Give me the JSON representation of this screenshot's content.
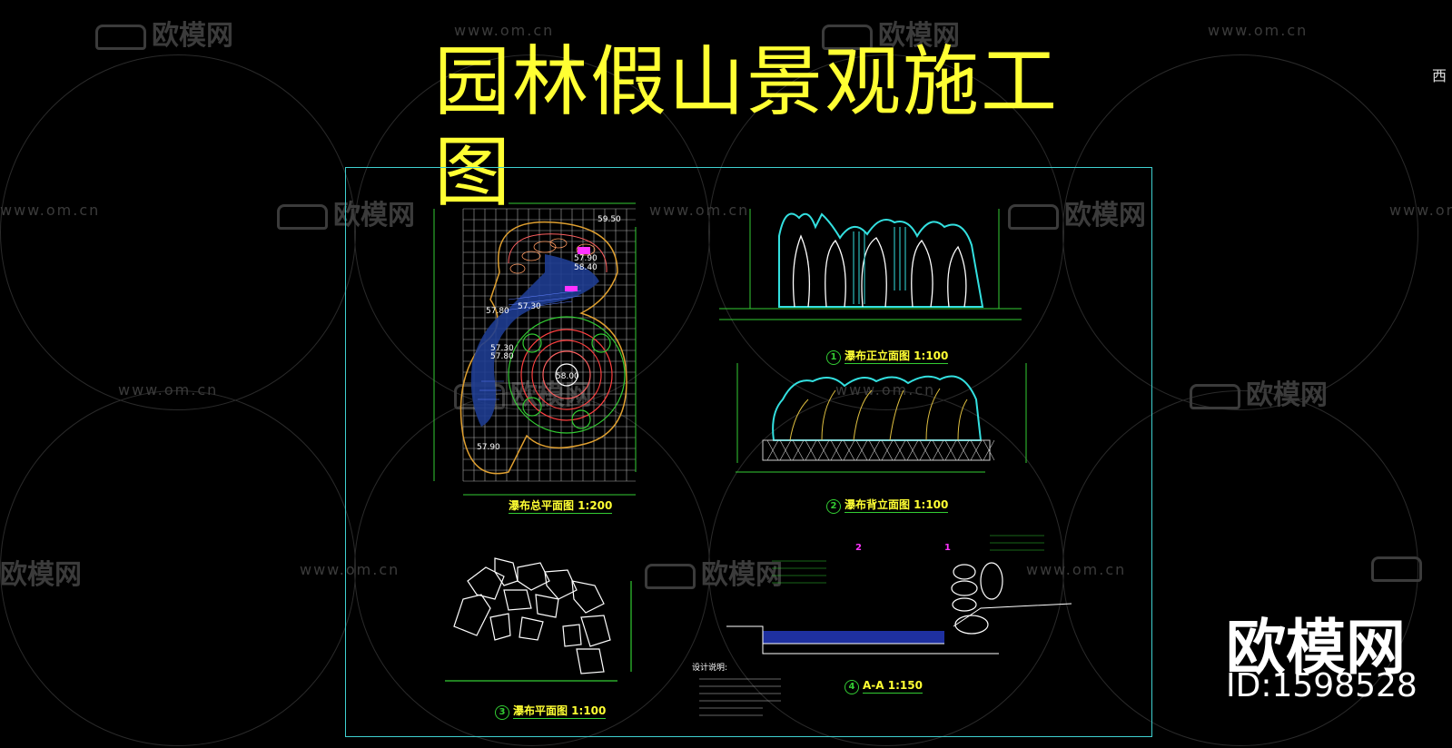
{
  "title": "园林假山景观施工图",
  "watermark": {
    "url": "www.om.cn",
    "brand": "欧模网"
  },
  "corner_char": "西",
  "brand_box": {
    "name": "欧模网",
    "id": "ID:1598528"
  },
  "drawings": {
    "plan_caption": "瀑布总平面图  1:200",
    "front_elevation_caption": "瀑布正立面图  1:100",
    "back_elevation_caption": "瀑布背立面图  1:100",
    "rock_plan_caption": "瀑布平面图  1:100",
    "section_caption": "A-A  1:150",
    "labels": {
      "elev_1": "59.50",
      "elev_2": "57.90",
      "elev_3": "58.40",
      "elev_4": "57.30",
      "elev_5": "57.80",
      "elev_6": "58.00",
      "elev_7": "57.30",
      "elev_8": "57.80",
      "elev_9": "57.90"
    },
    "section_tags": {
      "tag_2": "2",
      "tag_1": "1"
    },
    "notes_title": "设计说明:"
  },
  "colors": {
    "title": "#ffff33",
    "frame": "#3fd0d0",
    "watermark": "#3b3b3b",
    "cad_green": "#33cc33",
    "cad_cyan": "#33e0e0",
    "cad_white": "#ffffff",
    "cad_magenta": "#ff33ff"
  }
}
